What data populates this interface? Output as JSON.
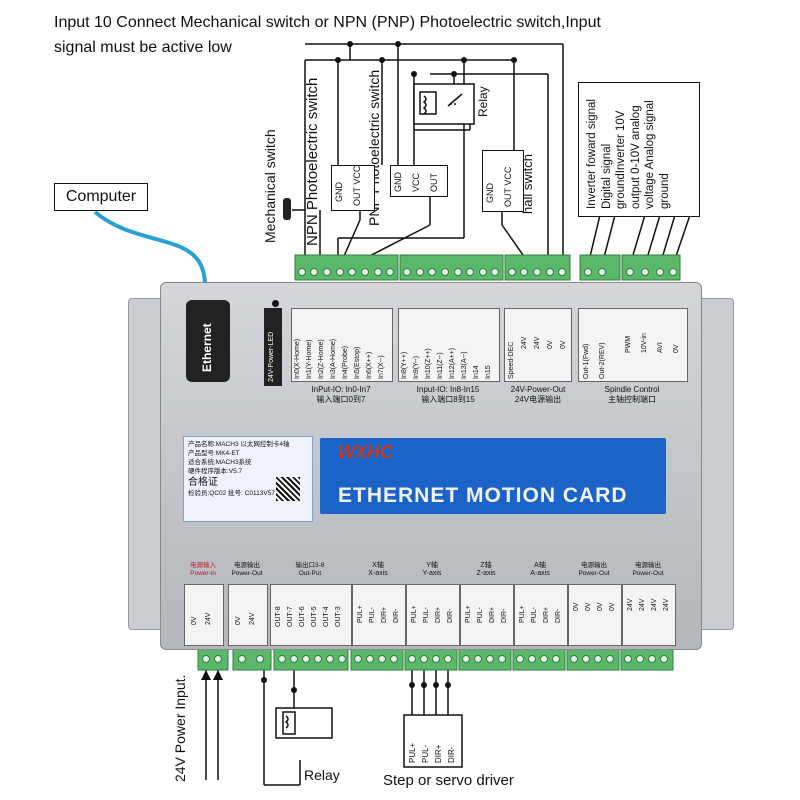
{
  "header": {
    "line1": "Input 10 Connect Mechanical switch or NPN (PNP) Photoelectric switch,Input",
    "line2": "signal must be active low"
  },
  "computer": {
    "label": "Computer"
  },
  "ethernet_port": {
    "label": "Ethernet"
  },
  "switches": {
    "mechanical": "Mechanical switch",
    "npn": "NPN Photoelectric switch",
    "pnp": "PNP Photoelectric switch",
    "relay": "Relay",
    "hall": "hall switch",
    "npn_pins": [
      "GND",
      "OUT VCC"
    ],
    "pnp_pins": [
      "GND",
      "VCC",
      "OUT"
    ],
    "hall_pins": [
      "GND",
      "OUT VCC"
    ]
  },
  "inverter_text": "Inverter foward signal Digital signal groundInverter 10V output 0-10V analog voltage Analog signal ground",
  "top_panels": {
    "led": "24V-Power-LED",
    "inputs_a": [
      "In0(X-Home)",
      "In1(Y-Home)",
      "In2(Z-Home)",
      "In3(A-Home)",
      "In4(Probe)",
      "In5(Estop)",
      "In6(X++)",
      "In7(X--)"
    ],
    "inputs_a_caption": "InPut-IO: In0-In7",
    "inputs_a_cn": "输入端口0到7",
    "inputs_b": [
      "In8(Y++)",
      "In9(Y--)",
      "In10(Z++)",
      "In11(Z--)",
      "In12(A++)",
      "In13(A--)",
      "In14",
      "In15"
    ],
    "inputs_b_caption": "Input-IO: In8-In15",
    "inputs_b_cn": "输入端口8到15",
    "power_out": [
      "Speed-DEC",
      "24V",
      "24V",
      "0V",
      "0V"
    ],
    "power_out_caption": "24V-Power-Out",
    "power_out_cn": "24V电源输出",
    "spindle": [
      "Out-1(Fwd)",
      "Out-2(REV)",
      "PWM",
      "10V-in",
      "AVI",
      "0V"
    ],
    "spindle_caption": "Spindle Control",
    "spindle_cn": "主轴控制端口"
  },
  "nameplate": {
    "lines": [
      "产品名称:MACH3 以太网控制卡4轴",
      "产品型号:MK4-ET",
      "适合系统:MACH3系统",
      "硬件程序版本:V5.7"
    ],
    "cert": "合格证",
    "footer": "检验员:QC02   批号: C0113V57"
  },
  "banner": {
    "logo": "WXHC",
    "title": "ETHERNET MOTION CARD"
  },
  "bottom_panels": [
    {
      "cn": "电源输入",
      "en": "Power-in",
      "pins": [
        "0V",
        "24V"
      ],
      "red": true
    },
    {
      "cn": "电源输出",
      "en": "Power-Out",
      "pins": [
        "0V",
        "24V"
      ],
      "red": false
    },
    {
      "cn": "输出口3-8",
      "en": "Out-Put",
      "pins": [
        "OUT-8",
        "OUT-7",
        "OUT-6",
        "OUT-5",
        "OUT-4",
        "OUT-3"
      ],
      "red": false
    },
    {
      "cn": "X轴",
      "en": "X-axis",
      "pins": [
        "PUL+",
        "PUL-",
        "DIR+",
        "DIR-"
      ],
      "red": false
    },
    {
      "cn": "Y轴",
      "en": "Y-axis",
      "pins": [
        "PUL+",
        "PUL-",
        "DIR+",
        "DIR-"
      ],
      "red": false
    },
    {
      "cn": "Z轴",
      "en": "Z-axis",
      "pins": [
        "PUL+",
        "PUL-",
        "DIR+",
        "DIR-"
      ],
      "red": false
    },
    {
      "cn": "A轴",
      "en": "A-axis",
      "pins": [
        "PUL+",
        "PUL-",
        "DIR+",
        "DIR-"
      ],
      "red": false
    },
    {
      "cn": "电源输出",
      "en": "Power-Out",
      "pins": [
        "0V",
        "0V",
        "0V",
        "0V"
      ],
      "red": false
    },
    {
      "cn": "电源输出",
      "en": "Power-Out",
      "pins": [
        "24V",
        "24V",
        "24V",
        "24V"
      ],
      "red": false
    }
  ],
  "bottom_labels": {
    "power_input": "24V Power Input.",
    "relay": "Relay",
    "driver": "Step or servo driver",
    "driver_pins": [
      "PUL+",
      "PUL-",
      "DIR+",
      "DIR-"
    ]
  },
  "colors": {
    "banner": "#1b63c6",
    "terminal": "#5bb86a",
    "cable": "#2a9fd6",
    "panel": "#c4c7cb"
  }
}
